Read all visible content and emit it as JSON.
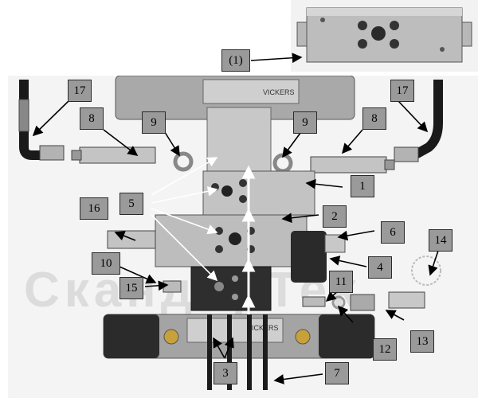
{
  "labels": {
    "l1top": "(1)",
    "n1": "1",
    "n2": "2",
    "n3": "3",
    "n4": "4",
    "n5": "5",
    "n6": "6",
    "n7": "7",
    "n8a": "8",
    "n8b": "8",
    "n9a": "9",
    "n9b": "9",
    "n10": "10",
    "n11": "11",
    "n12": "12",
    "n13": "13",
    "n14": "14",
    "n15": "15",
    "n16": "16",
    "n17a": "17",
    "n17b": "17"
  },
  "brand_mark": "VICKERS",
  "watermark": "СкандорТек",
  "colors": {
    "label_fill": "#9a9a9a",
    "metal_light": "#c9c9c9",
    "metal_dark": "#6f6f6f",
    "background": "#ffffff"
  }
}
